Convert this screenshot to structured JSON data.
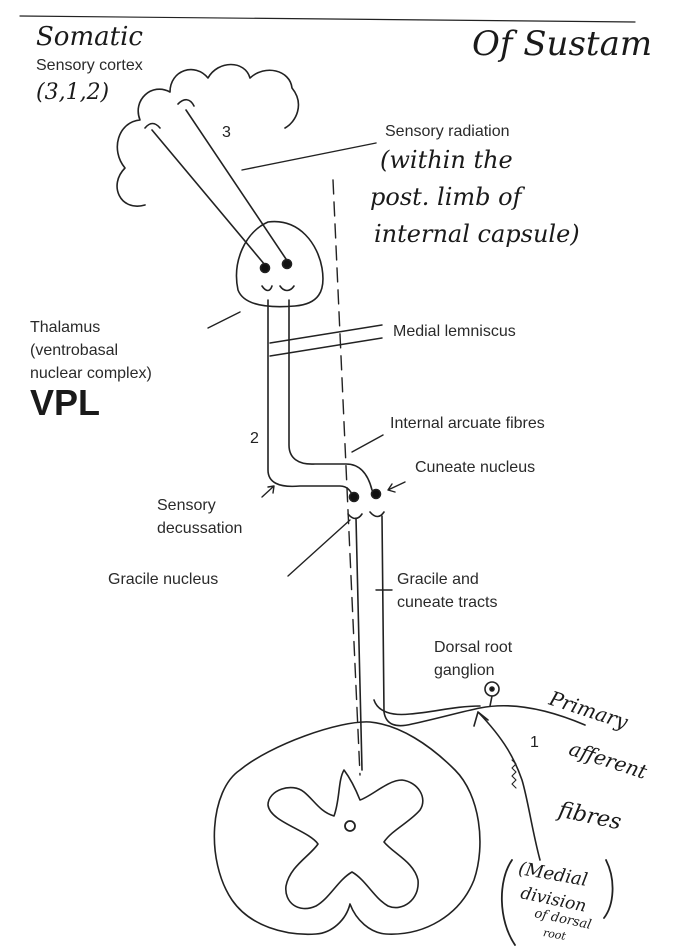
{
  "printed_labels": {
    "sensory_cortex": "Sensory cortex",
    "sensory_radiation": "Sensory radiation",
    "thalamus_line1": "Thalamus",
    "thalamus_line2": "(ventrobasal",
    "thalamus_line3": "nuclear complex)",
    "medial_lemniscus": "Medial lemniscus",
    "internal_arcuate": "Internal arcuate fibres",
    "cuneate_nucleus": "Cuneate nucleus",
    "decussation_line1": "Sensory",
    "decussation_line2": "decussation",
    "gracile_nucleus": "Gracile nucleus",
    "tracts_line1": "Gracile and",
    "tracts_line2": "cuneate tracts",
    "drg_line1": "Dorsal root",
    "drg_line2": "ganglion",
    "neuron_3": "3",
    "neuron_2": "2",
    "neuron_1": "1"
  },
  "handwritten_notes": {
    "somatic": "Somatic",
    "areas": "(3,1,2)",
    "top_right": "Of Sustam",
    "radiation_line1": "(within the",
    "radiation_line2": "post. limb of",
    "radiation_line3": "internal capsule)",
    "vpl": "VPL",
    "fibres_line1": "Primary",
    "fibres_line2": "afferent",
    "fibres_line3": "fibres",
    "medial_line1": "(Medial",
    "medial_line2": "division",
    "medial_line3": "of dorsal",
    "medial_line4": "root"
  },
  "colors": {
    "ink": "#222222",
    "pen": "#1a1a1a"
  }
}
